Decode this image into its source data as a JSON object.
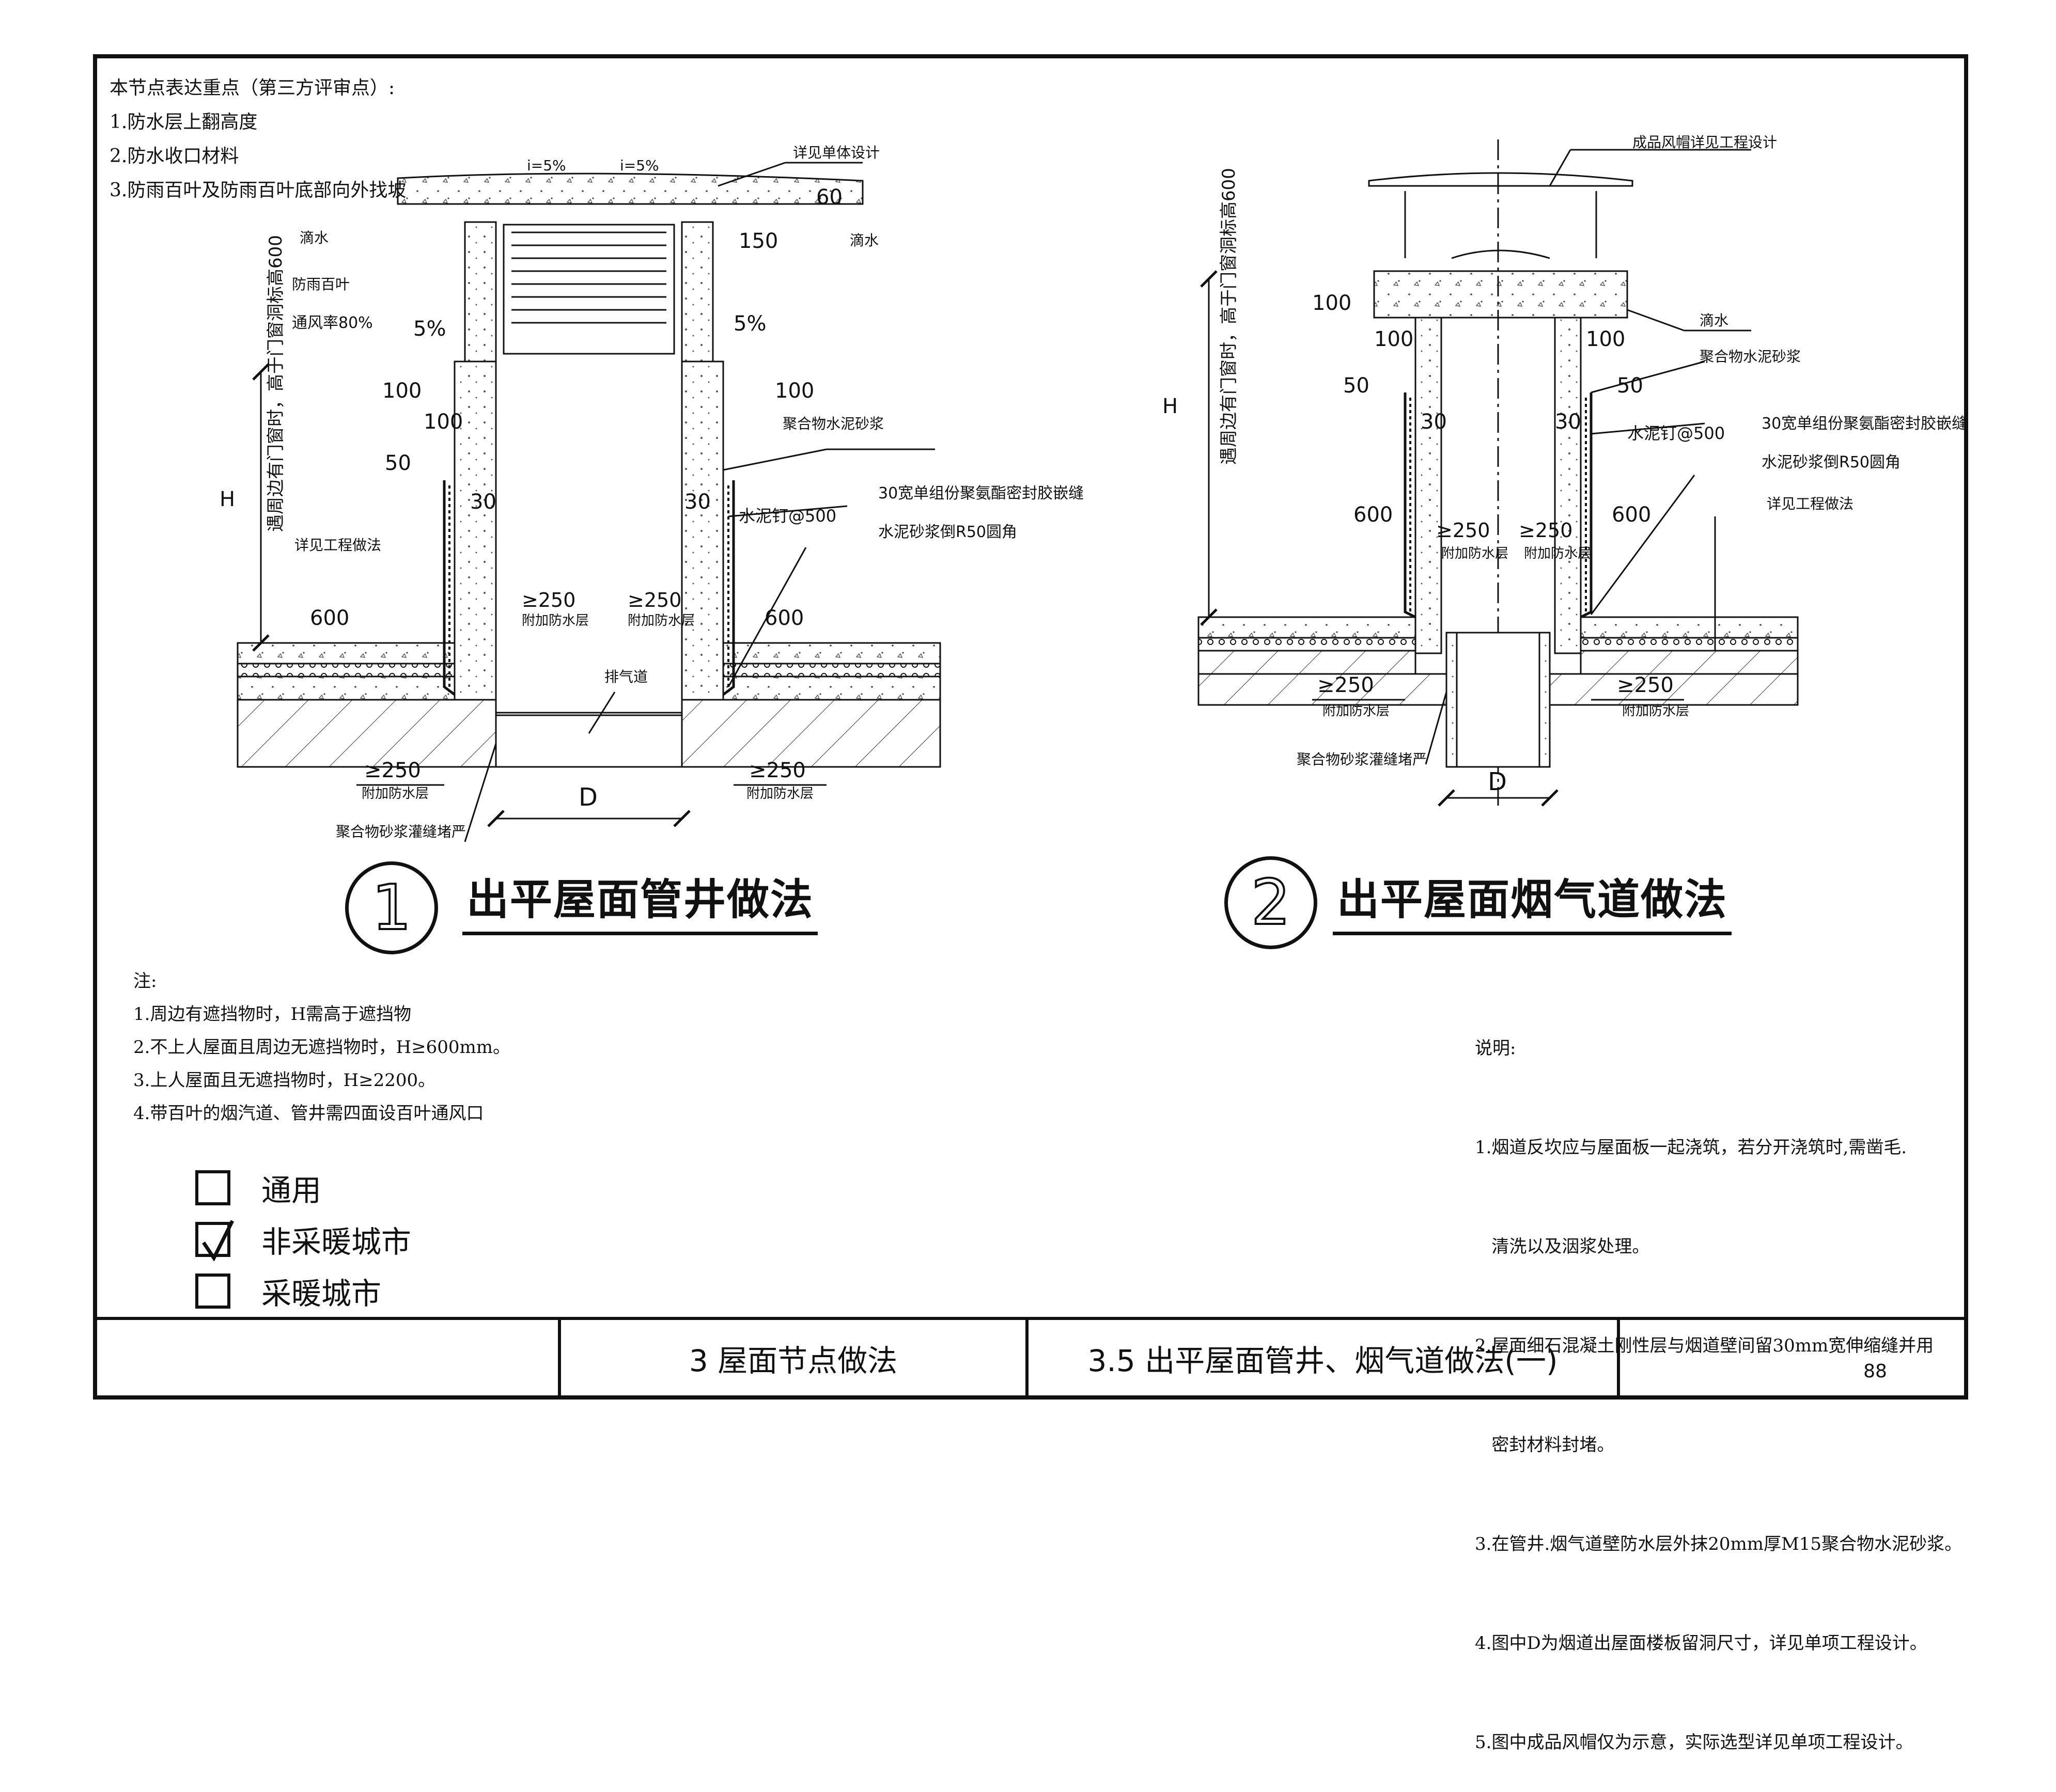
{
  "notes_top": {
    "heading": "本节点表达重点（第三方评审点）:",
    "items": [
      "1.防水层上翻高度",
      "2.防水收口材料",
      "3.防雨百叶及防雨百叶底部向外找坡"
    ]
  },
  "detail1": {
    "number": "1",
    "title": "出平屋面管井做法",
    "labels": {
      "slope1": "i=5%",
      "slope2": "i=5%",
      "design": "详见单体设计",
      "drip_left": "滴水",
      "drip_right": "滴水",
      "louver": "防雨百叶",
      "vent_rate": "通风率80%",
      "slope_l": "5%",
      "slope_r": "5%",
      "dim60": "60",
      "dim150": "150",
      "dim100a": "100",
      "dim100b": "100",
      "dim100c": "100",
      "dim50": "50",
      "dim30a": "30",
      "dim30b": "30",
      "dim600a": "600",
      "dim600b": "600",
      "h": "H",
      "vertical_note": "遇周边有门窗时，高于门窗洞标高600",
      "engineering": "详见工程做法",
      "polymer_mortar": "聚合物水泥砂浆",
      "sealant": "30宽单组份聚氨酯密封胶嵌缝",
      "nail": "水泥钉@500",
      "fillet": "水泥砂浆倒R50圆角",
      "exhaust": "排气道",
      "ge250a": "≥250",
      "ge250b": "≥250",
      "ge250c": "≥250",
      "ge250d": "≥250",
      "extra_layer_a": "附加防水层",
      "extra_layer_b": "附加防水层",
      "extra_layer_c": "附加防水层",
      "extra_layer_d": "附加防水层",
      "d": "D",
      "grout": "聚合物砂浆灌缝堵严"
    }
  },
  "detail2": {
    "number": "2",
    "title": "出平屋面烟气道做法",
    "labels": {
      "hood": "成品风帽详见工程设计",
      "drip": "滴水",
      "polymer_mortar": "聚合物水泥砂浆",
      "nail": "水泥钉@500",
      "sealant": "30宽单组份聚氨酯密封胶嵌缝",
      "fillet": "水泥砂浆倒R50圆角",
      "engineering": "详见工程做法",
      "dim100a": "100",
      "dim100b": "100",
      "dim100c": "100",
      "dim50a": "50",
      "dim50b": "50",
      "dim30a": "30",
      "dim30b": "30",
      "dim600a": "600",
      "dim600b": "600",
      "h": "H",
      "vertical_note": "遇周边有门窗时，高于门窗洞标高600",
      "ge250a": "≥250",
      "ge250b": "≥250",
      "ge250c": "≥250",
      "ge250d": "≥250",
      "extra_layer_a": "附加防水层",
      "extra_layer_b": "附加防水层",
      "extra_layer_c": "附加防水层",
      "extra_layer_d": "附加防水层",
      "d": "D",
      "grout": "聚合物砂浆灌缝堵严"
    }
  },
  "left_notes": {
    "heading": "注:",
    "items": [
      "1.周边有遮挡物时，H需高于遮挡物",
      "2.不上人屋面且周边无遮挡物时，H≥600mm。",
      "3.上人屋面且无遮挡物时，H≥2200。",
      "4.带百叶的烟汽道、管井需四面设百叶通风口"
    ]
  },
  "right_notes": {
    "heading": "说明:",
    "items": [
      "1.烟道反坎应与屋面板一起浇筑，若分开浇筑时,需凿毛.",
      "   清洗以及洇浆处理。",
      "2.屋面细石混凝土刚性层与烟道壁间留30mm宽伸缩缝并用",
      "   密封材料封堵。",
      "3.在管井.烟气道壁防水层外抹20mm厚M15聚合物水泥砂浆。",
      "4.图中D为烟道出屋面楼板留洞尺寸，详见单项工程设计。",
      "5.图中成品风帽仅为示意，实际选型详见单项工程设计。"
    ]
  },
  "checkboxes": [
    {
      "label": "通用",
      "checked": false
    },
    {
      "label": "非采暖城市",
      "checked": true
    },
    {
      "label": "采暖城市",
      "checked": false
    }
  ],
  "title_block": {
    "chapter": "3 屋面节点做法",
    "section": "3.5 出平屋面管井、烟气道做法(一)",
    "page": "88"
  }
}
